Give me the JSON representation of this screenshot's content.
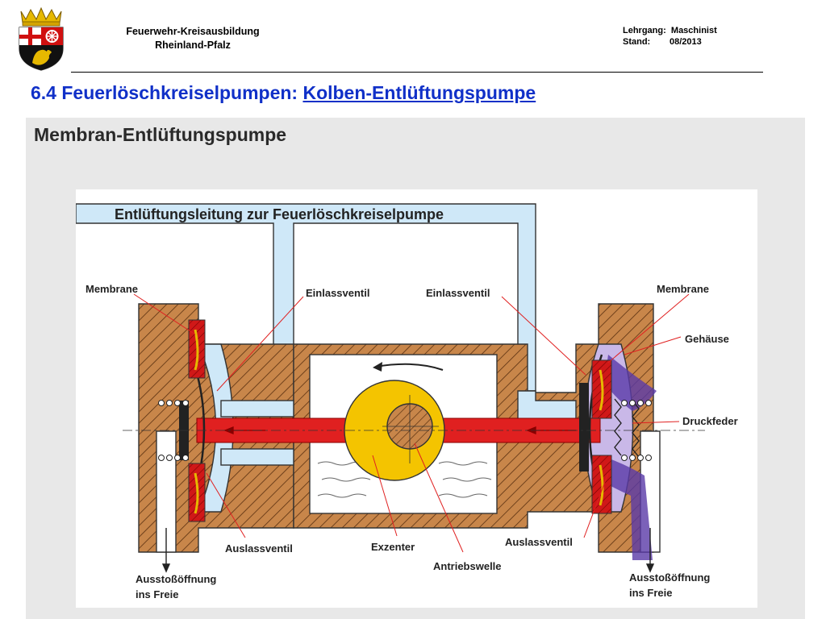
{
  "header": {
    "org_line1": "Feuerwehr-Kreisausbildung",
    "org_line2": "Rheinland-Pfalz",
    "course_label": "Lehrgang:",
    "course_value": "Maschinist",
    "status_label": "Stand:",
    "status_value": "08/2013",
    "crest_icon": "rhineland-palatinate-coat-of-arms-icon"
  },
  "slide": {
    "title_prefix": "6.4 Feuerlöschkreiselpumpen: ",
    "title_link": "Kolben-Entlüftungspumpe",
    "title_color": "#1030c8"
  },
  "panel": {
    "title": "Membran-Entlüftungspumpe"
  },
  "diagram": {
    "top_label": "Entlüftungsleitung zur Feuerlöschkreiselpumpe",
    "labels": {
      "membrane_left": "Membrane",
      "membrane_right": "Membrane",
      "inlet_left": "Einlassventil",
      "inlet_right": "Einlassventil",
      "housing": "Gehäuse",
      "spring": "Druckfeder",
      "outlet_valve_left": "Auslassventil",
      "outlet_valve_right": "Auslassventil",
      "eccentric": "Exzenter",
      "drive_shaft": "Antriebswelle",
      "exhaust_left_1": "Ausstoßöffnung",
      "exhaust_left_2": "ins Freie",
      "exhaust_right_1": "Ausstoßöffnung",
      "exhaust_right_2": "ins Freie"
    },
    "colors": {
      "housing": "#c8864a",
      "air": "#cfe8f8",
      "piston_rod": "#e02020",
      "eccentric": "#f4c400",
      "valve": "#d01818",
      "exhaust_flow": "#5a3aa8"
    }
  }
}
